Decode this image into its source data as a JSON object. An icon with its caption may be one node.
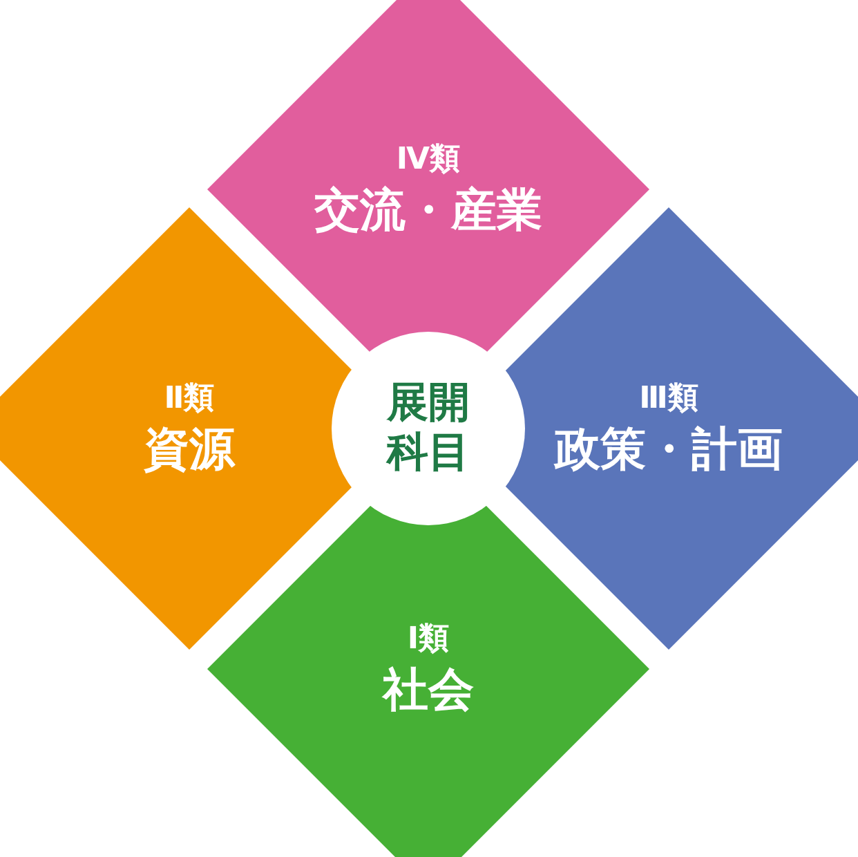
{
  "diagram": {
    "nodes": [
      {
        "text": [
          "Ⅳ類",
          "交流・産業"
        ]
      },
      {
        "text": [
          "Ⅱ類",
          "資源"
        ]
      },
      {
        "text": [
          "展開科目"
        ]
      },
      {
        "text": [
          "Ⅲ類",
          "政策・計画"
        ]
      },
      {
        "text": [
          "Ⅰ類",
          "社会"
        ]
      }
    ],
    "edges": []
  }
}
